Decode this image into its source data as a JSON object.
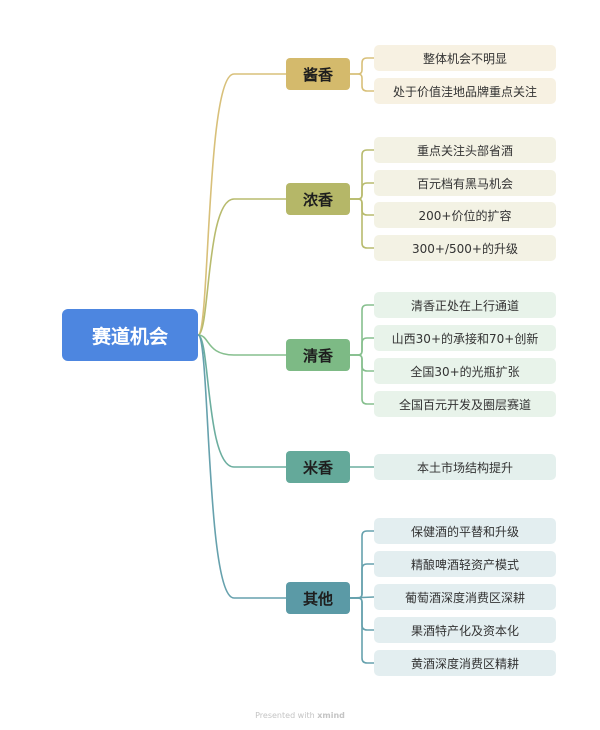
{
  "root": {
    "label": "赛道机会"
  },
  "branches": [
    {
      "label": "酱香",
      "color": "#d4ba6c",
      "line": "#d8c07a",
      "leafBg": "#f7f1e2",
      "children": [
        "整体机会不明显",
        "处于价值洼地品牌重点关注"
      ]
    },
    {
      "label": "浓香",
      "color": "#b5b768",
      "line": "#b8bb6e",
      "leafBg": "#f3f2e4",
      "children": [
        "重点关注头部省酒",
        "百元档有黑马机会",
        "200+价位的扩容",
        "300+/500+的升级"
      ]
    },
    {
      "label": "清香",
      "color": "#7dba85",
      "line": "#86bf8e",
      "leafBg": "#e8f3ea",
      "children": [
        "清香正处在上行通道",
        "山西30+的承接和70+创新",
        "全国30+的光瓶扩张",
        "全国百元开发及圈层赛道"
      ]
    },
    {
      "label": "米香",
      "color": "#64a99a",
      "line": "#6cae9f",
      "leafBg": "#e4f0ed",
      "children": [
        "本土市场结构提升"
      ]
    },
    {
      "label": "其他",
      "color": "#5b9aa6",
      "line": "#66a1ad",
      "leafBg": "#e3eef0",
      "children": [
        "保健酒的平替和升级",
        "精酿啤酒轻资产模式",
        "葡萄酒深度消费区深耕",
        "果酒特产化及资本化",
        "黄酒深度消费区精耕"
      ]
    }
  ],
  "footer": {
    "prefix": "Presented with ",
    "brand": "xmind"
  }
}
